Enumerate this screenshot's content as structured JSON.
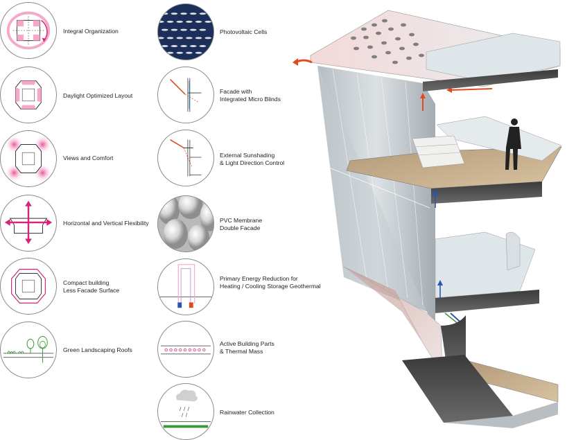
{
  "left_column": [
    {
      "label": "Integral Organization",
      "icon": "integral-organization-icon"
    },
    {
      "label": "Daylight Optimized Layout",
      "icon": "daylight-layout-icon"
    },
    {
      "label": "Views and Comfort",
      "icon": "views-comfort-icon"
    },
    {
      "label": "Horizontal and Vertical Flexibility",
      "icon": "flexibility-arrows-icon"
    },
    {
      "label": "Compact building\nLess Facade Surface",
      "icon": "compact-building-icon"
    },
    {
      "label": "Green Landscaping Roofs",
      "icon": "green-roof-icon"
    }
  ],
  "right_column": [
    {
      "label": "Photovoltaic Cells",
      "icon": "photovoltaic-cells-icon"
    },
    {
      "label": "Facade with\nIntegrated Micro Blinds",
      "icon": "micro-blinds-facade-icon"
    },
    {
      "label": "External Sunshading\n& Light Direction Control",
      "icon": "sunshading-icon"
    },
    {
      "label": "PVC Membrane\nDouble Facade",
      "icon": "pvc-membrane-icon"
    },
    {
      "label": "Primary Energy Reduction for\nHeating / Cooling Storage Geothermal",
      "icon": "geothermal-icon"
    },
    {
      "label": "Active Building Parts\n& Thermal Mass",
      "icon": "thermal-mass-icon"
    },
    {
      "label": "Rainwater Collection",
      "icon": "rainwater-collection-icon"
    }
  ],
  "colors": {
    "accent_magenta": "#d8237a",
    "pink_fill": "#f4a9c8",
    "pv_blue": "#1c2f5a",
    "heat_red": "#e04a1c",
    "cool_blue": "#2a56b0",
    "green": "#3a9a3a"
  }
}
